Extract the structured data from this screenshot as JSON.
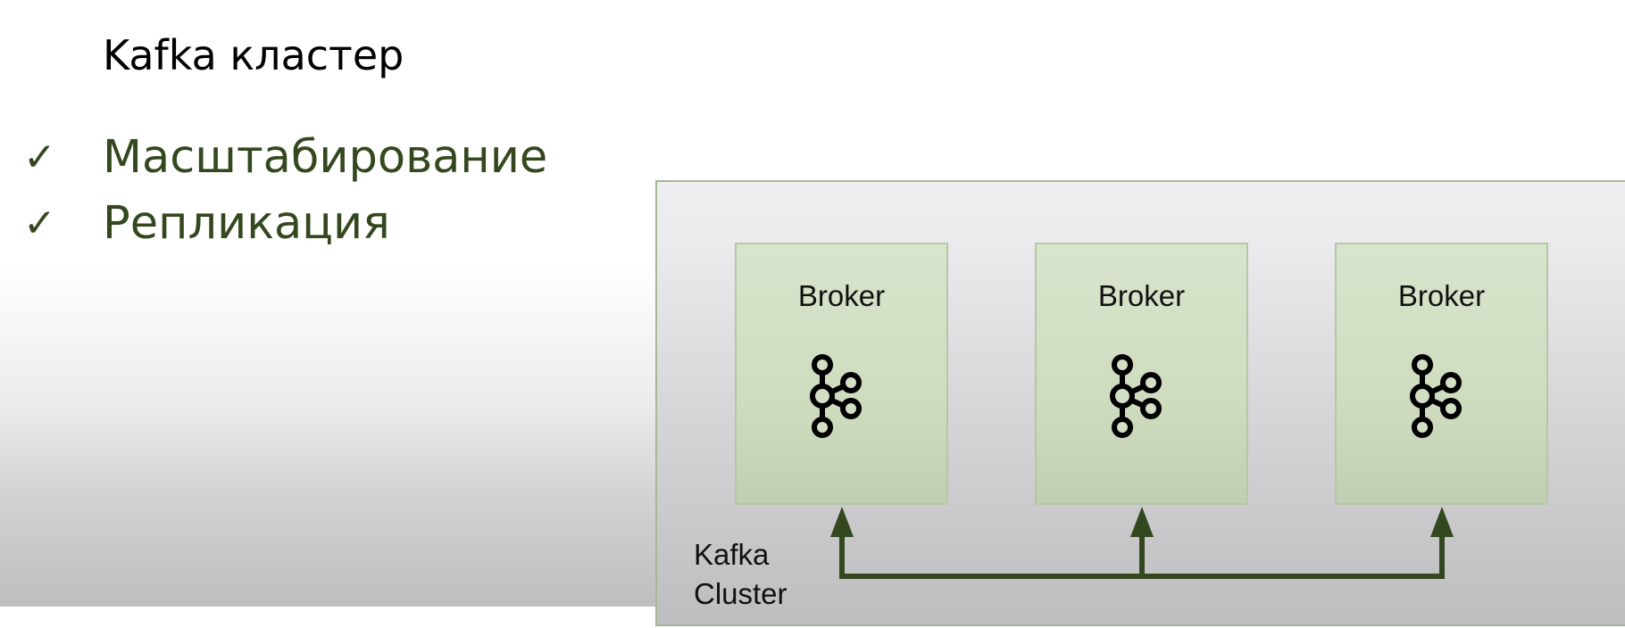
{
  "slide": {
    "title": "Kafka кластер",
    "bullets": [
      {
        "check": "✓",
        "text": "Масштабирование"
      },
      {
        "check": "✓",
        "text": "Репликация"
      }
    ]
  },
  "diagram": {
    "cluster_label": "Kafka\nCluster",
    "brokers": [
      {
        "label": "Broker",
        "icon": "kafka-logo-icon"
      },
      {
        "label": "Broker",
        "icon": "kafka-logo-icon"
      },
      {
        "label": "Broker",
        "icon": "kafka-logo-icon"
      }
    ],
    "colors": {
      "bullet_text": "#34481f",
      "broker_fill": "#d3dfc5",
      "connector": "#34481f"
    }
  }
}
